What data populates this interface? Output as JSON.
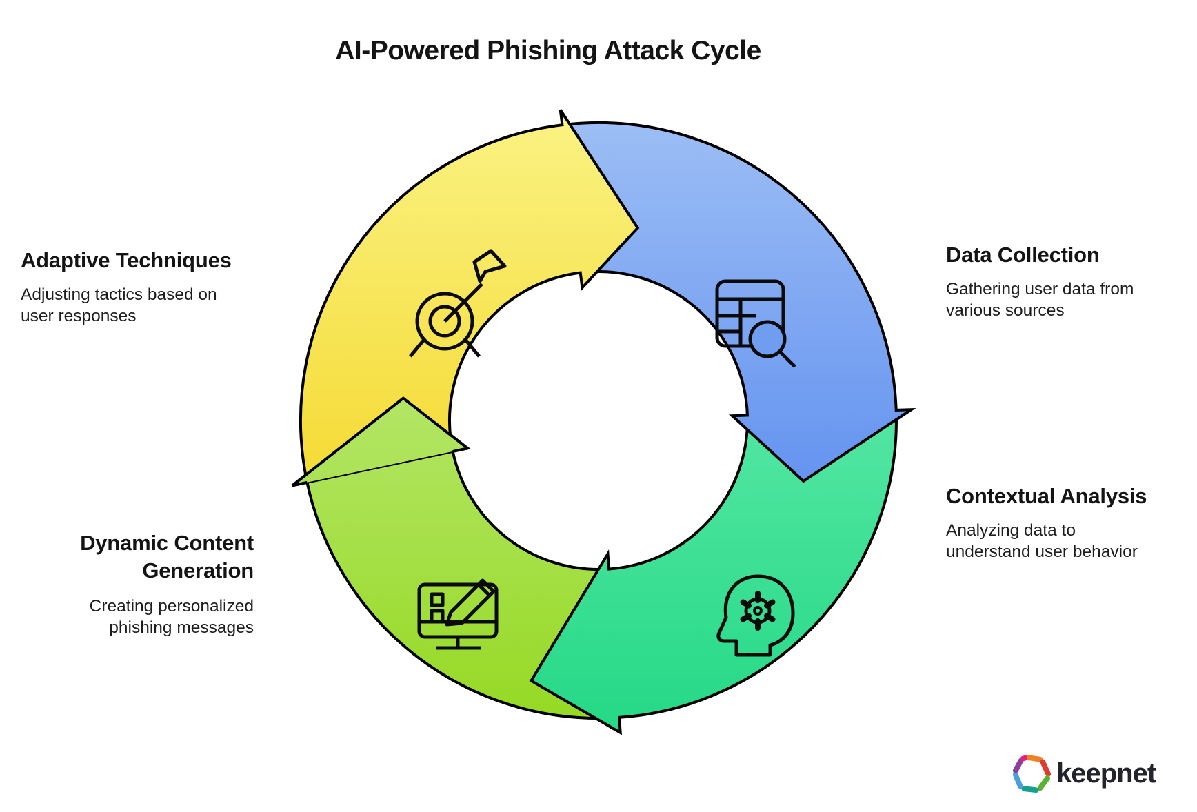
{
  "title": "AI-Powered Phishing Attack Cycle",
  "diagram": {
    "type": "cycle",
    "direction": "clockwise",
    "steps": [
      {
        "heading": "Adaptive Techniques",
        "body": "Adjusting tactics based on user responses",
        "icon": "target-dart-icon",
        "position": "top-left",
        "color_top": "#FAF282",
        "color_bottom": "#F2CB00"
      },
      {
        "heading": "Data Collection",
        "body": "Gathering user data from various sources",
        "icon": "table-search-icon",
        "position": "top-right",
        "color_top": "#9DBEF5",
        "color_bottom": "#3F77EC"
      },
      {
        "heading": "Contextual Analysis",
        "body": "Analyzing data to understand user behavior",
        "icon": "head-gear-icon",
        "position": "bottom-right",
        "color_top": "#7FF2BE",
        "color_bottom": "#25D986"
      },
      {
        "heading": "Dynamic Content Generation",
        "body": "Creating personalized phishing messages",
        "icon": "monitor-pencil-icon",
        "position": "bottom-left",
        "color_top": "#CDF0A0",
        "color_bottom": "#95D922"
      }
    ],
    "outline_color": "#000000"
  },
  "logo": {
    "text": "keepnet"
  }
}
